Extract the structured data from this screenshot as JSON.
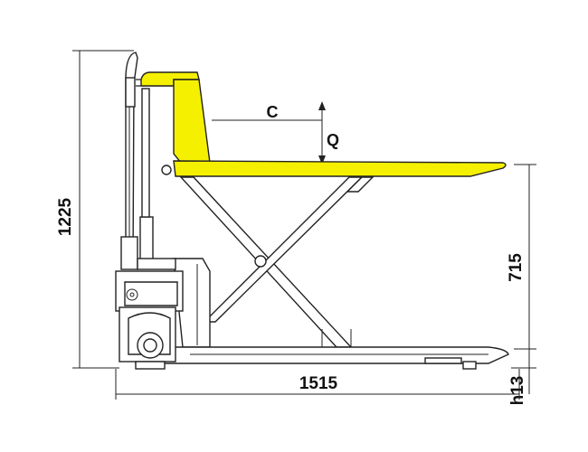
{
  "colors": {
    "accent": "#f5f000",
    "line": "#222222",
    "background": "#ffffff"
  },
  "dimensions": {
    "height_total": "1225",
    "lift_height": "715",
    "length_total": "1515",
    "ground_clearance": "h13"
  },
  "labels": {
    "load_center": "C",
    "load": "Q"
  }
}
